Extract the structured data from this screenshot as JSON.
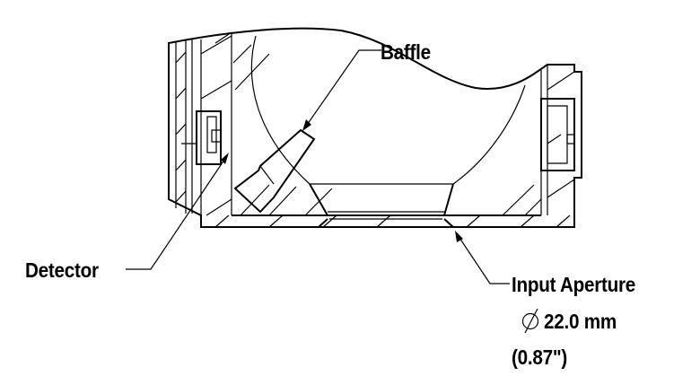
{
  "labels": {
    "baffle": "Baffle",
    "detector": "Detector",
    "aperture_title": "Input Aperture",
    "aperture_diameter": "22.0 mm",
    "aperture_inches": "(0.87\")"
  },
  "icons": {
    "diameter_symbol": "diameter-symbol-icon"
  },
  "colors": {
    "line": "#000000",
    "background": "#ffffff"
  }
}
